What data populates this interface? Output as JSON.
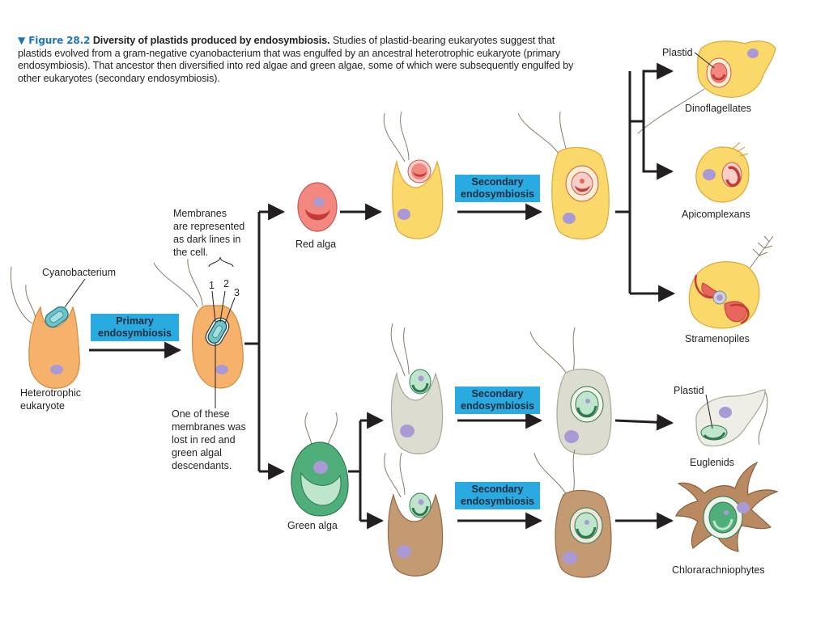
{
  "caption": {
    "figure_number": "▼ Figure 28.2",
    "title": "Diversity of plastids produced by endosymbiosis.",
    "body": "Studies of plastid-bearing eukaryotes suggest that plastids evolved from a gram-negative cyanobacterium that was engulfed by an ancestral heterotrophic eukaryote (primary endosymbiosis). That ancestor then diversified into red algae and green algae, some of which were subsequently engulfed by other eukaryotes (secondary endosymbiosis)."
  },
  "labels": {
    "cyanobacterium": "Cyanobacterium",
    "heterotrophic_eukaryote": [
      "Heterotrophic",
      "eukaryote"
    ],
    "membranes_note": [
      "Membranes",
      "are represented",
      "as dark lines in",
      "the cell."
    ],
    "membrane_numbers": [
      "1",
      "2",
      "3"
    ],
    "lost_membrane_note": [
      "One of these",
      "membranes was",
      "lost in red and",
      "green algal",
      "descendants."
    ],
    "red_alga": "Red alga",
    "green_alga": "Green alga",
    "plastid_top": "Plastid",
    "plastid_euglenid": "Plastid",
    "dinoflagellates": "Dinoflagellates",
    "apicomplexans": "Apicomplexans",
    "stramenopiles": "Stramenopiles",
    "euglenids": "Euglenids",
    "chlorarachniophytes": "Chlorarachniophytes"
  },
  "process_boxes": {
    "primary": [
      "Primary",
      "endosymbiosis"
    ],
    "secondary_red": [
      "Secondary",
      "endosymbiosis"
    ],
    "secondary_green_top": [
      "Secondary",
      "endosymbiosis"
    ],
    "secondary_green_bottom": [
      "Secondary",
      "endosymbiosis"
    ]
  },
  "colors": {
    "figure_number": "#1b75bc",
    "process_box": "#29abe2",
    "heterotroph_cell": "#f6b26b",
    "red_lineage_cell": "#fbd86a",
    "red_plastid": "#e8665e",
    "green_plastid": "#4fae7a",
    "green_lineage_pale_cell": "#d9d9cc",
    "green_lineage_brown_cell": "#c49a72",
    "nucleus": "#a99ad6",
    "cyanobacterium": "#6cc3c9",
    "arrow": "#231f20"
  },
  "icons": {
    "arrowhead": "triangle-arrowhead",
    "cell": "organism-illustration"
  }
}
